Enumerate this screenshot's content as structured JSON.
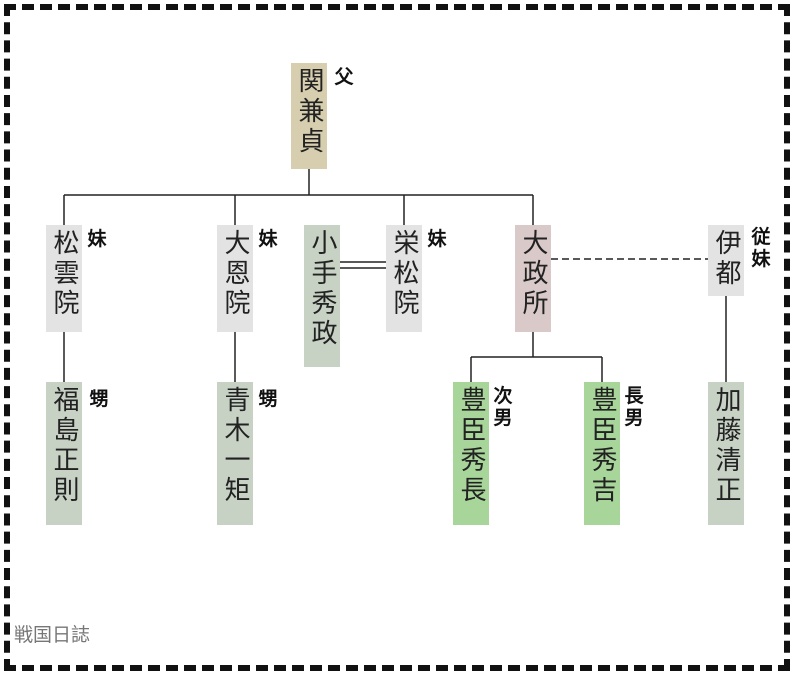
{
  "people": {
    "father": {
      "name": "関兼貞",
      "relation": "父"
    },
    "shounin": {
      "name": "松雲院",
      "relation": "妹"
    },
    "daion": {
      "name": "大恩院",
      "relation": "妹"
    },
    "kotemasa": {
      "name": "小手秀政"
    },
    "eisho": {
      "name": "栄松院",
      "relation": "妹"
    },
    "omandokoro": {
      "name": "大政所"
    },
    "ito": {
      "name": "伊都",
      "relation": "従妹"
    },
    "fukushima": {
      "name": "福島正則",
      "relation": "甥"
    },
    "aoki": {
      "name": "青木一矩",
      "relation": "甥"
    },
    "hidenaga": {
      "name": "豊臣秀長",
      "relation": "次男"
    },
    "hideyoshi": {
      "name": "豊臣秀吉",
      "relation": "長男"
    },
    "kato": {
      "name": "加藤清正"
    }
  },
  "footer": {
    "watermark": "戦国日誌"
  }
}
